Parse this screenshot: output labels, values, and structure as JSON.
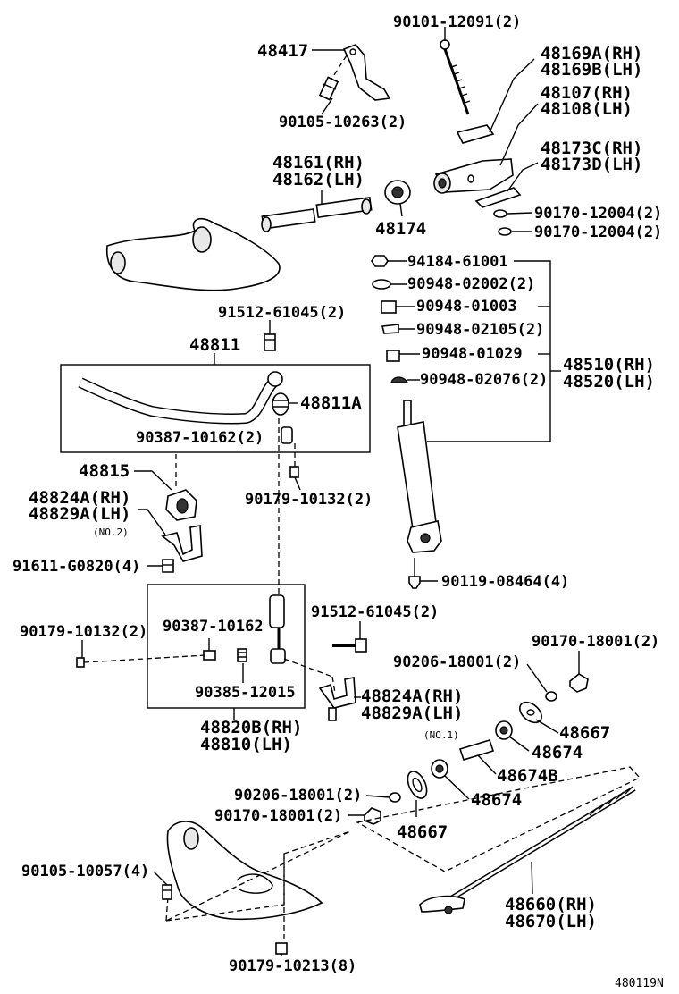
{
  "catalog_code": "480119N",
  "labels": {
    "p90101": "90101-12091(2)",
    "p48417": "48417",
    "p90105a": "90105-10263(2)",
    "p48169a": "48169A(RH)",
    "p48169b": "48169B(LH)",
    "p48107": "48107(RH)",
    "p48108": "48108(LH)",
    "p48173c": "48173C(RH)",
    "p48173d": "48173D(LH)",
    "p90170a": "90170-12004(2)",
    "p90170b": "90170-12004(2)",
    "p48161": "48161(RH)",
    "p48162": "48162(LH)",
    "p48174": "48174",
    "p94184": "94184-61001",
    "p90948a": "90948-02002(2)",
    "p90948b": "90948-01003",
    "p90948c": "90948-02105(2)",
    "p90948d": "90948-01029",
    "p90948e": "90948-02076(2)",
    "p48510": "48510(RH)",
    "p48520": "48520(LH)",
    "p91512a": "91512-61045(2)",
    "p48811": "48811",
    "p48811a": "48811A",
    "p90387a": "90387-10162(2)",
    "p48815": "48815",
    "p90179a": "90179-10132(2)",
    "p48824a": "48824A(RH)",
    "p48829a": "48829A(LH)",
    "no2": "(NO.2)",
    "p91611": "91611-G0820(4)",
    "p90119": "90119-08464(4)",
    "p91512b": "91512-61045(2)",
    "p90179b": "90179-10132(2)",
    "p90387b": "90387-10162",
    "p90385": "90385-12015",
    "p48824b": "48824A(RH)",
    "p48829b": "48829A(LH)",
    "no1": "(NO.1)",
    "p48820": "48820B(RH)",
    "p48810": "48810(LH)",
    "p90170c": "90170-18001(2)",
    "p90206a": "90206-18001(2)",
    "p48667a": "48667",
    "p48674a": "48674",
    "p48674b": "48674B",
    "p48674c": "48674",
    "p90206b": "90206-18001(2)",
    "p90170d": "90170-18001(2)",
    "p48667b": "48667",
    "p90105b": "90105-10057(4)",
    "p48660": "48660(RH)",
    "p48670": "48670(LH)",
    "p90179c": "90179-10213(8)"
  }
}
